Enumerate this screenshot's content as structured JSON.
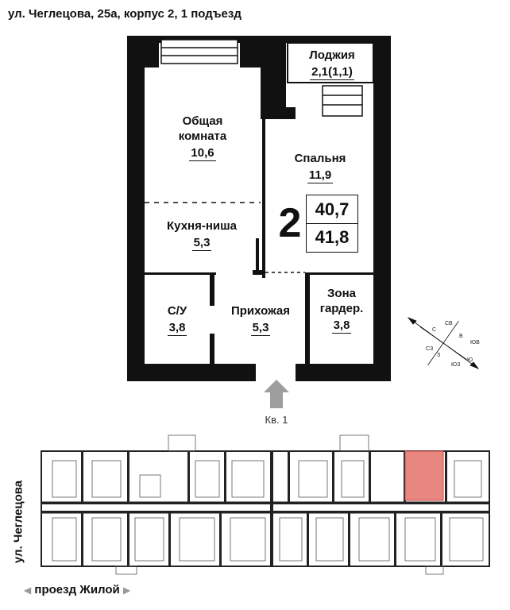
{
  "header": {
    "address": "ул. Чеглецова, 25а, корпус 2, 1 подъезд"
  },
  "rooms": [
    {
      "name": "Лоджия",
      "area": "2,1(1,1)"
    },
    {
      "name": "Общая комната",
      "name_line1": "Общая",
      "name_line2": "комната",
      "area": "10,6"
    },
    {
      "name": "Спальня",
      "area": "11,9"
    },
    {
      "name": "Кухня-ниша",
      "area": "5,3"
    },
    {
      "name": "С/У",
      "area": "3,8"
    },
    {
      "name": "Прихожая",
      "area": "5,3"
    },
    {
      "name": "Зона гардер.",
      "name_line1": "Зона",
      "name_line2": "гардер.",
      "area": "3,8"
    }
  ],
  "summary": {
    "rooms_count": "2",
    "living_area": "40,7",
    "total_area": "41,8"
  },
  "entrance": {
    "label": "Кв. 1",
    "arrow_icon": "arrow-up-icon"
  },
  "compass": {
    "letters": [
      "С",
      "СВ",
      "В",
      "ЮВ",
      "Ю",
      "ЮЗ",
      "З",
      "СЗ"
    ]
  },
  "site_plan": {
    "street_left": "ул. Чеглецова",
    "street_bottom": "проезд Жилой",
    "highlight_color": "#e8877f"
  },
  "colors": {
    "wall": "#111111",
    "entrance_arrow": "#9e9e9e"
  }
}
